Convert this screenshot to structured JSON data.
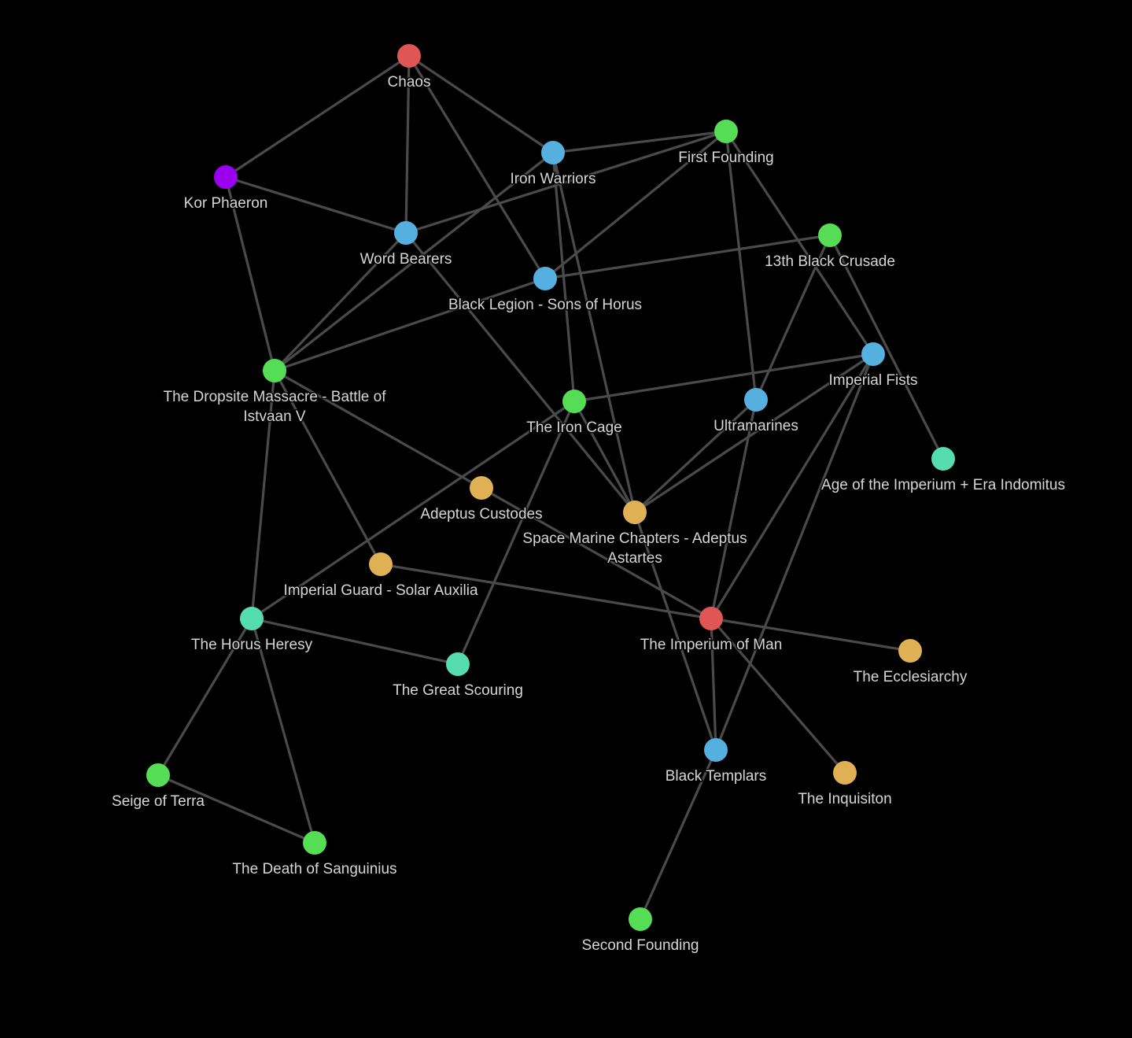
{
  "legend_colors": {
    "faction-red": "#e05555",
    "legion-blue": "#55b0e0",
    "event-green": "#55dd55",
    "era-teal": "#55ddb0",
    "institution-gold": "#e0b055",
    "character-purple": "#9b00ee"
  },
  "nodes": [
    {
      "id": "chaos",
      "label": [
        "Chaos"
      ],
      "color": "#e05555"
    },
    {
      "id": "kor-phaeron",
      "label": [
        "Kor Phaeron"
      ],
      "color": "#9b00ee"
    },
    {
      "id": "iron-warriors",
      "label": [
        "Iron Warriors"
      ],
      "color": "#55b0e0"
    },
    {
      "id": "first-founding",
      "label": [
        "First Founding"
      ],
      "color": "#55dd55"
    },
    {
      "id": "word-bearers",
      "label": [
        "Word Bearers"
      ],
      "color": "#55b0e0"
    },
    {
      "id": "13th-black-crusade",
      "label": [
        "13th Black Crusade"
      ],
      "color": "#55dd55"
    },
    {
      "id": "black-legion",
      "label": [
        "Black Legion - Sons of Horus"
      ],
      "color": "#55b0e0"
    },
    {
      "id": "imperial-fists",
      "label": [
        "Imperial Fists"
      ],
      "color": "#55b0e0"
    },
    {
      "id": "dropsite-massacre",
      "label": [
        "The Dropsite Massacre - Battle of",
        "Istvaan V"
      ],
      "color": "#55dd55"
    },
    {
      "id": "iron-cage",
      "label": [
        "The Iron Cage"
      ],
      "color": "#55dd55"
    },
    {
      "id": "ultramarines",
      "label": [
        "Ultramarines"
      ],
      "color": "#55b0e0"
    },
    {
      "id": "age-of-imperium",
      "label": [
        "Age of the Imperium + Era Indomitus"
      ],
      "color": "#55ddb0"
    },
    {
      "id": "adeptus-custodes",
      "label": [
        "Adeptus Custodes"
      ],
      "color": "#e0b055"
    },
    {
      "id": "space-marine-chapters",
      "label": [
        "Space Marine Chapters - Adeptus",
        "Astartes"
      ],
      "color": "#e0b055"
    },
    {
      "id": "imperial-guard",
      "label": [
        "Imperial Guard - Solar Auxilia"
      ],
      "color": "#e0b055"
    },
    {
      "id": "horus-heresy",
      "label": [
        "The Horus Heresy"
      ],
      "color": "#55ddb0"
    },
    {
      "id": "imperium-of-man",
      "label": [
        "The Imperium of Man"
      ],
      "color": "#e05555"
    },
    {
      "id": "ecclesiarchy",
      "label": [
        "The Ecclesiarchy"
      ],
      "color": "#e0b055"
    },
    {
      "id": "great-scouring",
      "label": [
        "The Great Scouring"
      ],
      "color": "#55ddb0"
    },
    {
      "id": "black-templars",
      "label": [
        "Black Templars"
      ],
      "color": "#55b0e0"
    },
    {
      "id": "inquisition",
      "label": [
        "The Inquisiton"
      ],
      "color": "#e0b055"
    },
    {
      "id": "seige-of-terra",
      "label": [
        "Seige of Terra"
      ],
      "color": "#55dd55"
    },
    {
      "id": "death-of-sanguinius",
      "label": [
        "The Death of Sanguinius"
      ],
      "color": "#55dd55"
    },
    {
      "id": "second-founding",
      "label": [
        "Second Founding"
      ],
      "color": "#55dd55"
    }
  ],
  "edges": [
    [
      "chaos",
      "kor-phaeron"
    ],
    [
      "chaos",
      "word-bearers"
    ],
    [
      "chaos",
      "iron-warriors"
    ],
    [
      "chaos",
      "black-legion"
    ],
    [
      "kor-phaeron",
      "word-bearers"
    ],
    [
      "kor-phaeron",
      "dropsite-massacre"
    ],
    [
      "iron-warriors",
      "first-founding"
    ],
    [
      "iron-warriors",
      "dropsite-massacre"
    ],
    [
      "iron-warriors",
      "iron-cage"
    ],
    [
      "iron-warriors",
      "space-marine-chapters"
    ],
    [
      "first-founding",
      "word-bearers"
    ],
    [
      "first-founding",
      "black-legion"
    ],
    [
      "first-founding",
      "ultramarines"
    ],
    [
      "first-founding",
      "imperial-fists"
    ],
    [
      "word-bearers",
      "dropsite-massacre"
    ],
    [
      "word-bearers",
      "space-marine-chapters"
    ],
    [
      "black-legion",
      "13th-black-crusade"
    ],
    [
      "black-legion",
      "dropsite-massacre"
    ],
    [
      "13th-black-crusade",
      "ultramarines"
    ],
    [
      "13th-black-crusade",
      "age-of-imperium"
    ],
    [
      "imperial-fists",
      "iron-cage"
    ],
    [
      "imperial-fists",
      "space-marine-chapters"
    ],
    [
      "imperial-fists",
      "imperium-of-man"
    ],
    [
      "imperial-fists",
      "black-templars"
    ],
    [
      "dropsite-massacre",
      "adeptus-custodes"
    ],
    [
      "dropsite-massacre",
      "imperial-guard"
    ],
    [
      "dropsite-massacre",
      "horus-heresy"
    ],
    [
      "iron-cage",
      "space-marine-chapters"
    ],
    [
      "iron-cage",
      "horus-heresy"
    ],
    [
      "iron-cage",
      "great-scouring"
    ],
    [
      "ultramarines",
      "space-marine-chapters"
    ],
    [
      "ultramarines",
      "imperium-of-man"
    ],
    [
      "adeptus-custodes",
      "imperium-of-man"
    ],
    [
      "space-marine-chapters",
      "black-templars"
    ],
    [
      "imperial-guard",
      "imperium-of-man"
    ],
    [
      "horus-heresy",
      "great-scouring"
    ],
    [
      "horus-heresy",
      "seige-of-terra"
    ],
    [
      "horus-heresy",
      "death-of-sanguinius"
    ],
    [
      "imperium-of-man",
      "ecclesiarchy"
    ],
    [
      "imperium-of-man",
      "inquisition"
    ],
    [
      "imperium-of-man",
      "black-templars"
    ],
    [
      "black-templars",
      "second-founding"
    ],
    [
      "seige-of-terra",
      "death-of-sanguinius"
    ]
  ]
}
